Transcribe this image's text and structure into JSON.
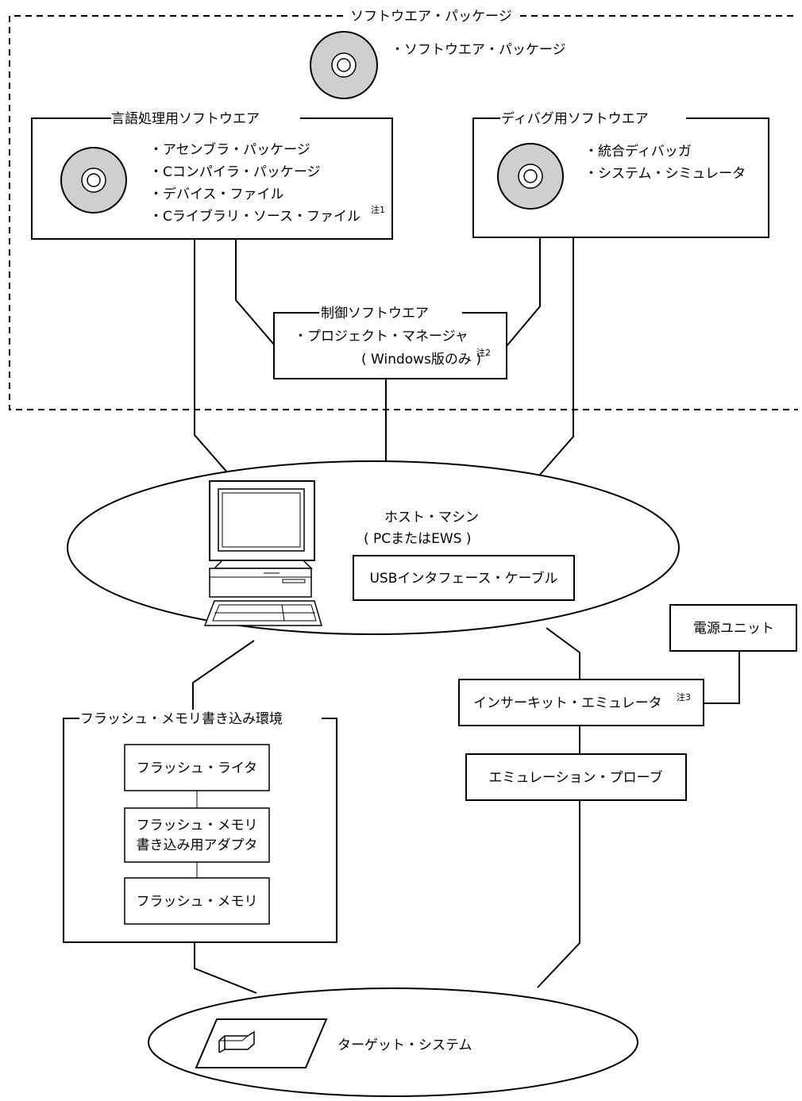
{
  "software_package": {
    "region_title": "ソフトウエア・パッケージ",
    "cd_label": "・ソフトウエア・パッケージ"
  },
  "language_software": {
    "title": "言語処理用ソフトウエア",
    "items": [
      "・アセンブラ・パッケージ",
      "・Cコンパイラ・パッケージ",
      "・デバイス・ファイル",
      "・Cライブラリ・ソース・ファイル"
    ],
    "note_mark": "注1"
  },
  "debug_software": {
    "title": "ディバグ用ソフトウエア",
    "items": [
      "・統合ディバッガ",
      "・システム・シミュレータ"
    ]
  },
  "control_software": {
    "title": "制御ソフトウエア",
    "item": "・プロジェクト・マネージャ",
    "note": "( Windows版のみ )",
    "note_mark": "注2"
  },
  "host": {
    "title": "ホスト・マシン",
    "subtitle": "( PCまたはEWS )",
    "cable_label": "USBインタフェース・ケーブル"
  },
  "power_unit": {
    "label": "電源ユニット"
  },
  "emulator": {
    "label": "インサーキット・エミュレータ",
    "note_mark": "注3"
  },
  "probe": {
    "label": "エミュレーション・プローブ"
  },
  "flash_env": {
    "title": "フラッシュ・メモリ書き込み環境",
    "writer": "フラッシュ・ライタ",
    "adapter_line1": "フラッシュ・メモリ",
    "adapter_line2": "書き込み用アダプタ",
    "memory": "フラッシュ・メモリ"
  },
  "target": {
    "label": "ターゲット・システム"
  }
}
